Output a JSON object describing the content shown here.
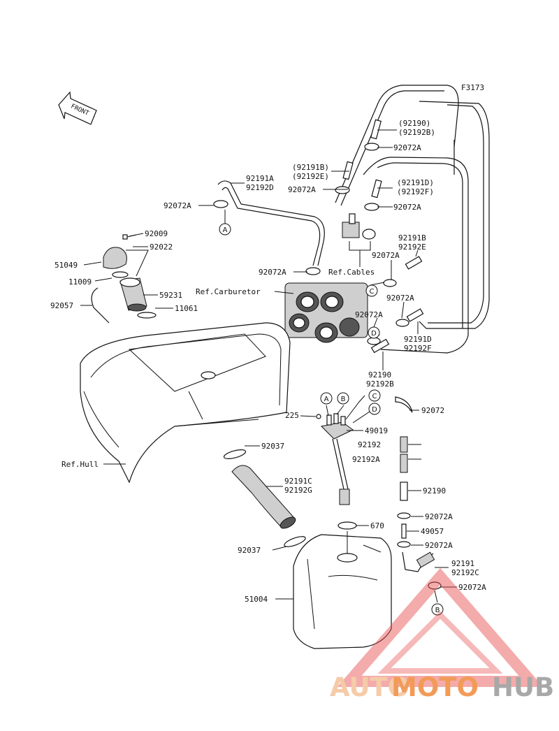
{
  "figure_id": "F3173",
  "front_label": "FRONT",
  "labels": {
    "p92190_92192b_top": "(92190)",
    "p92190_92192b_top_b": "(92192B)",
    "p92072a_1": "92072A",
    "p92191b_92192e_1": "(92191B)",
    "p92191b_92192e_1b": "(92192E)",
    "p92072a_2": "92072A",
    "p92191d_92192f_1": "(92191D)",
    "p92191d_92192f_1b": "(92192F)",
    "p92072a_3": "92072A",
    "p92191a": "92191A",
    "p92192d": "92192D",
    "p92072a_4": "92072A",
    "p92009": "92009",
    "p92022": "92022",
    "p51049": "51049",
    "p11009": "11009",
    "p59231": "59231",
    "p92057": "92057",
    "p11061": "11061",
    "p92072a_5": "92072A",
    "ref_carb": "Ref.Carburetor",
    "ref_cables": "Ref.Cables",
    "p92191b_2": "92191B",
    "p92192e_2": "92192E",
    "p92072a_6": "92072A",
    "p92072a_7": "92072A",
    "p92072a_8": "92072A",
    "p92191d_2": "92191D",
    "p92192f_2": "92192F",
    "p92190_bottom": "92190",
    "p92192b_bottom": "92192B",
    "p225": "225",
    "p49019": "49019",
    "p92072": "92072",
    "p92192": "92192",
    "p92192a": "92192A",
    "p92190_2": "92190",
    "p92072a_9": "92072A",
    "p49057": "49057",
    "p92072a_10": "92072A",
    "p92191": "92191",
    "p92192c": "92192C",
    "p92072a_11": "92072A",
    "p92037_1": "92037",
    "ref_hull": "Ref.Hull",
    "p92191c": "92191C",
    "p92192g": "92192G",
    "p670": "670",
    "p92037_2": "92037",
    "p51004": "51004"
  },
  "callouts": {
    "a": "A",
    "b": "B",
    "c": "C",
    "d": "D"
  },
  "watermark": {
    "auto": "AUTO",
    "moto": "MOTO",
    "hub": "HUB",
    "color_light": "#f4c29a",
    "color_orange": "#f08a3c",
    "color_grey": "#9a9a9a",
    "triangle_color": "#e84a4a"
  }
}
